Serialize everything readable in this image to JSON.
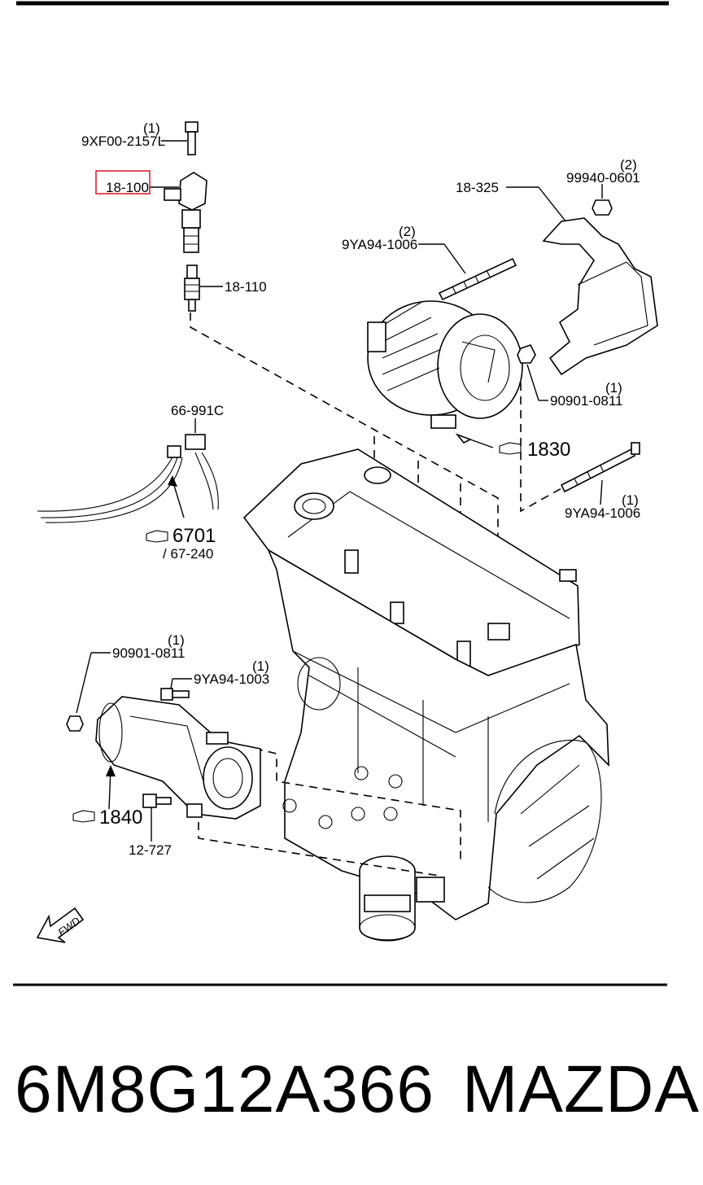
{
  "highlight_color": "#d9232e",
  "labels": {
    "bolt_qty": "(1)",
    "bolt_pn": "9XF00-2157L",
    "coil_pn": "18-100",
    "plug_pn": "18-110",
    "bracket_pn": "18-325",
    "nut_qty": "(2)",
    "nut_pn": "99940-0601",
    "stud_qty": "(2)",
    "stud_pn": "9YA94-1006",
    "alt_nut_qty": "(1)",
    "alt_nut_pn": "90901-0811",
    "ref_1830": "1830",
    "bolt2_qty": "(1)",
    "bolt2_pn": "9YA94-1006",
    "sensor_pn": "66-991C",
    "ref_6701": "6701",
    "ref_67240": "/ 67-240",
    "starter_nut_qty": "(1)",
    "starter_nut_pn": "90901-0811",
    "starter_bolt_qty": "(1)",
    "starter_bolt_pn": "9YA94-1003",
    "ref_1840": "1840",
    "bolt3_pn": "12-727",
    "fwd": "FWD"
  },
  "footer": {
    "part_code": "6M8G12A366",
    "brand": "MAZDA"
  }
}
